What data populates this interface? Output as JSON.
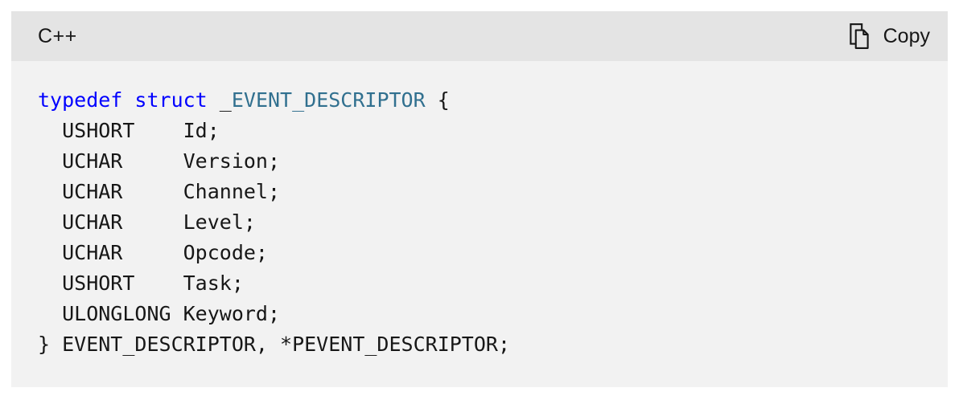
{
  "colors": {
    "page_background": "#ffffff",
    "header_background": "#e4e4e4",
    "code_background": "#f2f2f2",
    "text": "#171717",
    "keyword": "#0000ff",
    "type_name": "#31708f"
  },
  "header": {
    "language_label": "C++",
    "copy_button": {
      "label": "Copy",
      "icon": "copy-icon"
    }
  },
  "code": {
    "lines": [
      [
        [
          "keyword",
          "typedef"
        ],
        [
          "plain",
          " "
        ],
        [
          "keyword",
          "struct"
        ],
        [
          "plain",
          " _"
        ],
        [
          "type",
          "EVENT_DESCRIPTOR"
        ],
        [
          "plain",
          " {"
        ]
      ],
      [
        [
          "plain",
          "  USHORT    Id;"
        ]
      ],
      [
        [
          "plain",
          "  UCHAR     Version;"
        ]
      ],
      [
        [
          "plain",
          "  UCHAR     Channel;"
        ]
      ],
      [
        [
          "plain",
          "  UCHAR     Level;"
        ]
      ],
      [
        [
          "plain",
          "  UCHAR     Opcode;"
        ]
      ],
      [
        [
          "plain",
          "  USHORT    Task;"
        ]
      ],
      [
        [
          "plain",
          "  ULONGLONG Keyword;"
        ]
      ],
      [
        [
          "plain",
          "} EVENT_DESCRIPTOR, *PEVENT_DESCRIPTOR;"
        ]
      ]
    ]
  }
}
